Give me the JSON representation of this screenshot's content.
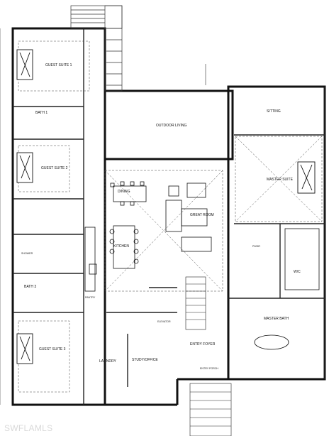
{
  "rooms": {
    "guest_suite_1": "GUEST SUITE 1",
    "bath_1": "BATH 1",
    "guest_suite_2": "GUEST SUITE 2",
    "bath_3": "BATH 3",
    "guest_suite_3": "GUEST SUITE 3",
    "outdoor_living": "OUTDOOR LIVING",
    "dining": "DINING",
    "great_room": "GREAT ROOM",
    "kitchen": "KITCHEN",
    "sitting": "SITTING",
    "master_suite": "MASTER SUITE",
    "wic": "W/C",
    "master_bath": "MASTER BATH",
    "entry_foyer": "ENTRY FOYER",
    "entry_porch": "ENTRY PORCH",
    "study_office": "STUDY/OFFICE",
    "laundry": "LAUNDRY",
    "pantry": "PANTRY",
    "elevator": "ELEVATOR",
    "shower": "SHOWER",
    "pwdr": "PWDR"
  },
  "watermark": "SWFLAMLS"
}
